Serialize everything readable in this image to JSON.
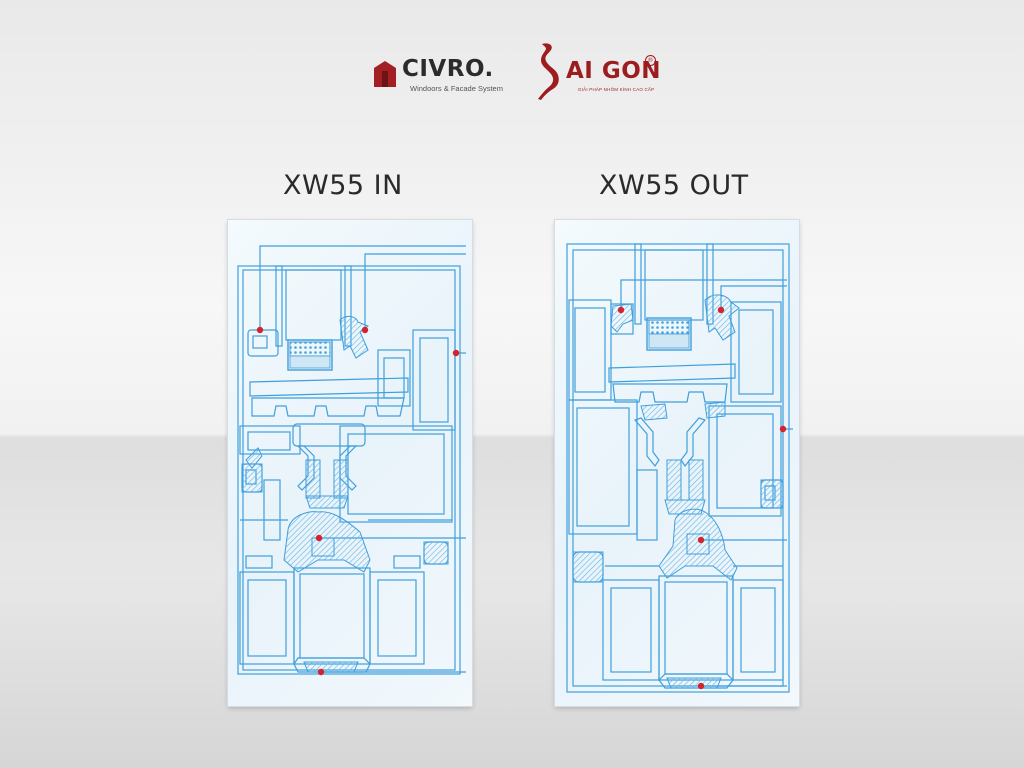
{
  "logos": {
    "civro": {
      "name": "CIVRO.",
      "tagline": "Windoors & Facade System",
      "color": "#2b2b2b",
      "mark_color": "#a31f24"
    },
    "saigon": {
      "name": "AI GON",
      "registered": "®",
      "tagline": "GIẢI PHÁP NHÔM KÍNH CAO CẤP",
      "color": "#9d1c1f"
    }
  },
  "headings": {
    "in": "XW55 IN",
    "out": "XW55 OUT"
  },
  "colors": {
    "line": "#3f9fdc",
    "hatch": "#6db7e6",
    "marker": "#d3232c",
    "panel_bg": "#eef6fb"
  },
  "icons": [
    "civro-mark-icon",
    "vietnam-map-icon",
    "registered-icon"
  ]
}
